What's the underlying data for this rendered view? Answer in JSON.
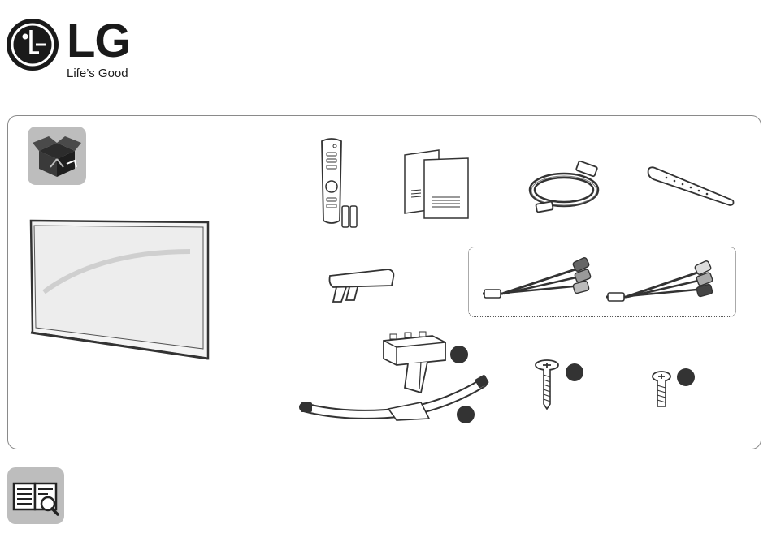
{
  "brand": {
    "wordmark": "LG",
    "tagline": "Life’s Good",
    "logo_icon": "lg-face-icon",
    "color": "#1a1a1a"
  },
  "colors": {
    "badge_background": "#bdbdbd",
    "panel_border": "#8a8a8a",
    "line_art": "#333333"
  },
  "sections": {
    "package_contents_icon": "open-box-icon",
    "manual_icon": "book-magnifier-icon"
  },
  "components": [
    "tv-set",
    "magic-remote-with-batteries",
    "owners-manual",
    "power-cord",
    "cable-holder-strap",
    "cable-clip",
    "component-gender-cable",
    "av-gender-cable",
    "stand-body",
    "stand-base",
    "stand-screw-large",
    "stand-screw-small"
  ]
}
